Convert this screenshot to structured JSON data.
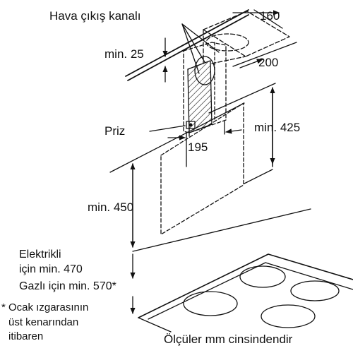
{
  "labels": {
    "air_outlet": "Hava çıkış kanalı",
    "dim_160": "160",
    "dim_200": "200",
    "min_25": "min. 25",
    "socket": "Priz",
    "dim_195": "195",
    "min_425": "min. 425",
    "min_450": "min. 450",
    "electric_line1": "Elektrikli",
    "electric_line2": "için min. 470",
    "gas": "Gazlı için min. 570*",
    "footnote_line1": "* Ocak ızgarasının",
    "footnote_line2": "üst kenarından",
    "footnote_line3": "itibaren",
    "units_note": "Ölçüler mm cinsindendir"
  }
}
